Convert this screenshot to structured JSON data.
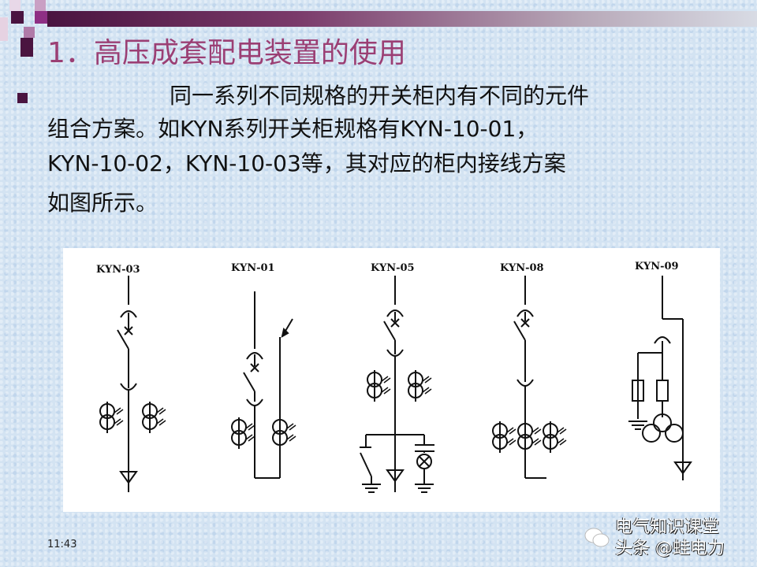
{
  "slide": {
    "title": "1．高压成套配电装置的使用",
    "body_lines": [
      "同一系列不同规格的开关柜内有不同的元件",
      "组合方案。如KYN系列开关柜规格有KYN-10-01，",
      "KYN-10-02，KYN-10-03等，其对应的柜内接线方案",
      "如图所示。"
    ],
    "accent_color": "#9b3f74"
  },
  "figure": {
    "labels": [
      "KYN-03",
      "KYN-01",
      "KYN-05",
      "KYN-08",
      "KYN-09"
    ]
  },
  "footer": {
    "time": "11:43",
    "watermark_1": "电气知识课堂",
    "watermark_2": "头条 @蛙电力",
    "watermark_icon": "wechat-chat-bubbles-icon"
  }
}
